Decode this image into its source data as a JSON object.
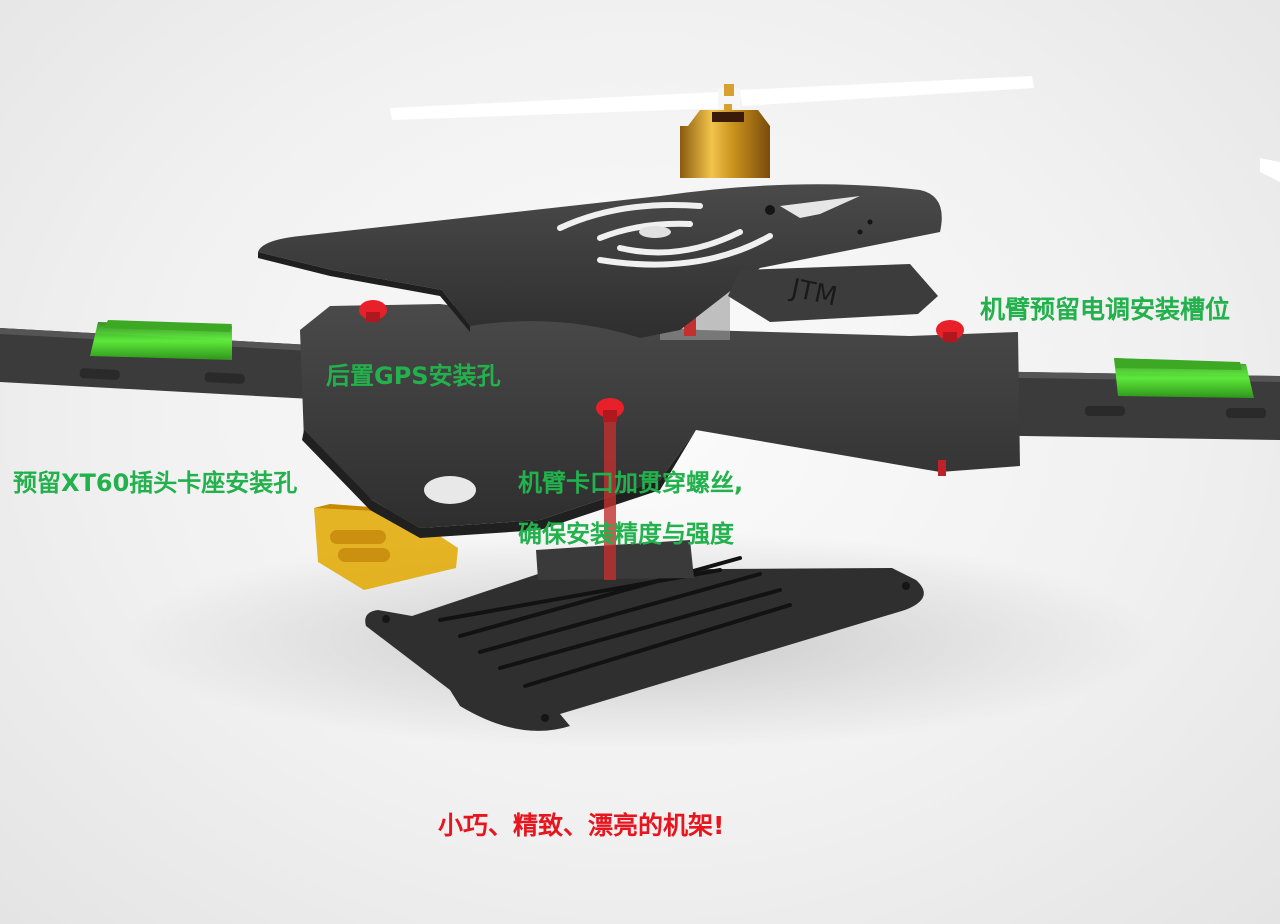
{
  "image": {
    "subject": "Quadcopter carbon fiber frame render",
    "logo_text": "JTM"
  },
  "callouts": {
    "esc_slot": "机臂预留电调安装槽位",
    "rear_gps": "后置GPS安装孔",
    "xt60_mount": "预留XT60插头卡座安装孔",
    "arm_lock_line1": "机臂卡口加贯穿螺丝,",
    "arm_lock_line2": "确保安装精度与强度"
  },
  "tagline": "小巧、精致、漂亮的机架!",
  "colors": {
    "callout_green": "#22b14c",
    "tagline_red": "#e8141e",
    "carbon_plate": "#3a3a3a",
    "motor_gold": "#c8961e",
    "esc_green": "#4fdc2c",
    "xt60_yellow": "#e0a800",
    "nylon_cap_red": "#e8202a"
  }
}
